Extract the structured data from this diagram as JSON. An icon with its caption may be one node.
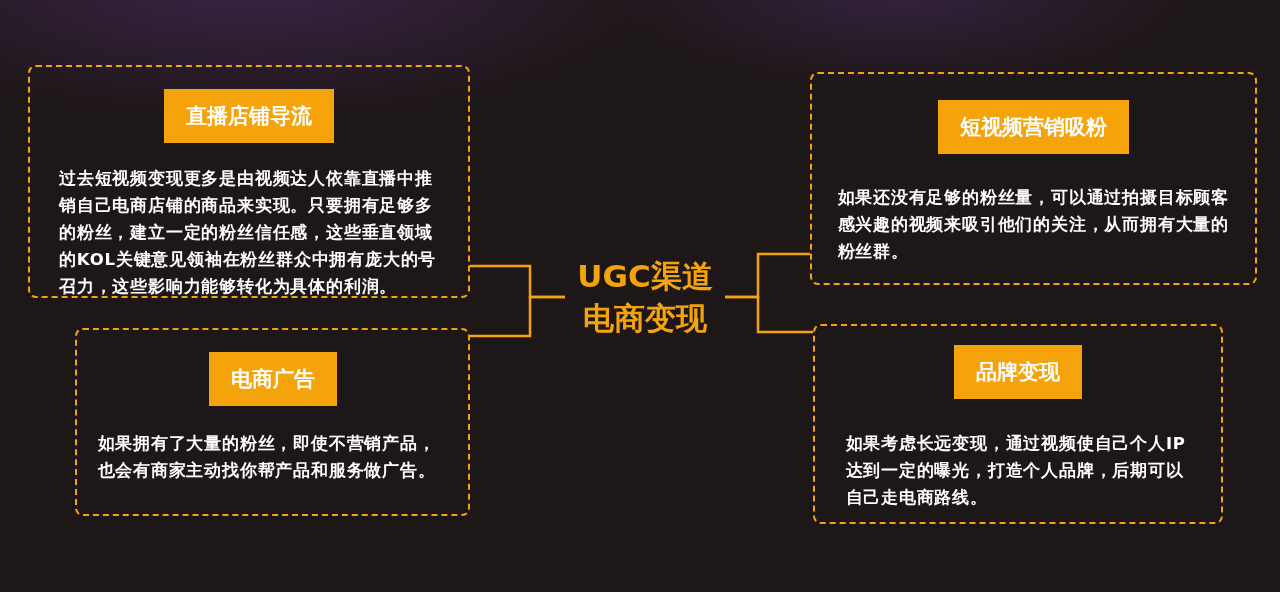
{
  "diagram": {
    "nodes": [
      {
        "text": [
          "UGC渠道电商变现"
        ]
      },
      {
        "text": [
          "直播店铺导流",
          "过去短视频变现更多是由视频达人依靠直播中推销自己电商店铺的商品来实现。只要拥有足够多的粉丝，建立一定的粉丝信任感，这些垂直领域的KOL关键意见领袖在粉丝群众中拥有庞大的号召力，这些影响力能够转化为具体的利润。"
        ]
      },
      {
        "text": [
          "电商广告",
          "如果拥有了大量的粉丝，即使不营销产品，也会有商家主动找你帮产品和服务做广告。"
        ]
      },
      {
        "text": [
          "短视频营销吸粉",
          "如果还没有足够的粉丝量，可以通过拍摄目标顾客感兴趣的视频来吸引他们的关注，从而拥有大量的粉丝群。"
        ]
      },
      {
        "text": [
          "品牌变现",
          "如果考虑长远变现，通过视频使自己个人IP达到一定的曝光，打造个人品牌，后期可以自己走电商路线。"
        ]
      }
    ],
    "edges": [
      {
        "from": 0,
        "to": 1,
        "arrow": "none"
      },
      {
        "from": 0,
        "to": 2,
        "arrow": "none"
      },
      {
        "from": 0,
        "to": 3,
        "arrow": "none"
      },
      {
        "from": 0,
        "to": 4,
        "arrow": "none"
      }
    ]
  }
}
